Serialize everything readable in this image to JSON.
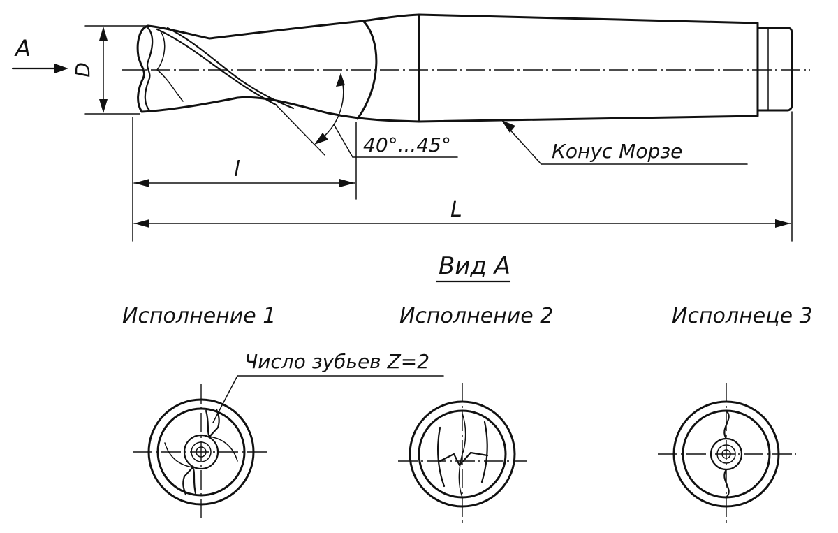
{
  "labels": {
    "view_arrow": "A",
    "diameter": "D",
    "angle": "40°...45°",
    "morse_cone": "Конус Морзе",
    "length_small": "l",
    "length_total": "L",
    "view_title": "Вид А",
    "variant_1": "Исполнение 1",
    "variant_2": "Исполнение 2",
    "variant_3": "Исполнеце 3",
    "teeth_count": "Число зубьев Z=2"
  }
}
